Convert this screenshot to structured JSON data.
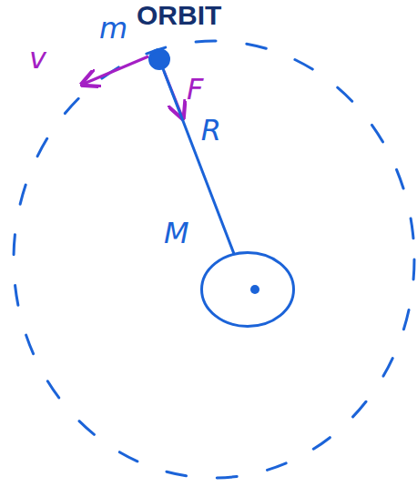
{
  "diagram": {
    "title": "ORBIT",
    "nodes": [
      {
        "text": [
          "m"
        ]
      },
      {
        "text": [
          "M"
        ]
      }
    ],
    "edges": [
      {
        "from": 0,
        "to": 1,
        "label": "R",
        "arrow": "none"
      }
    ],
    "labels": [
      "v",
      "F"
    ]
  }
}
